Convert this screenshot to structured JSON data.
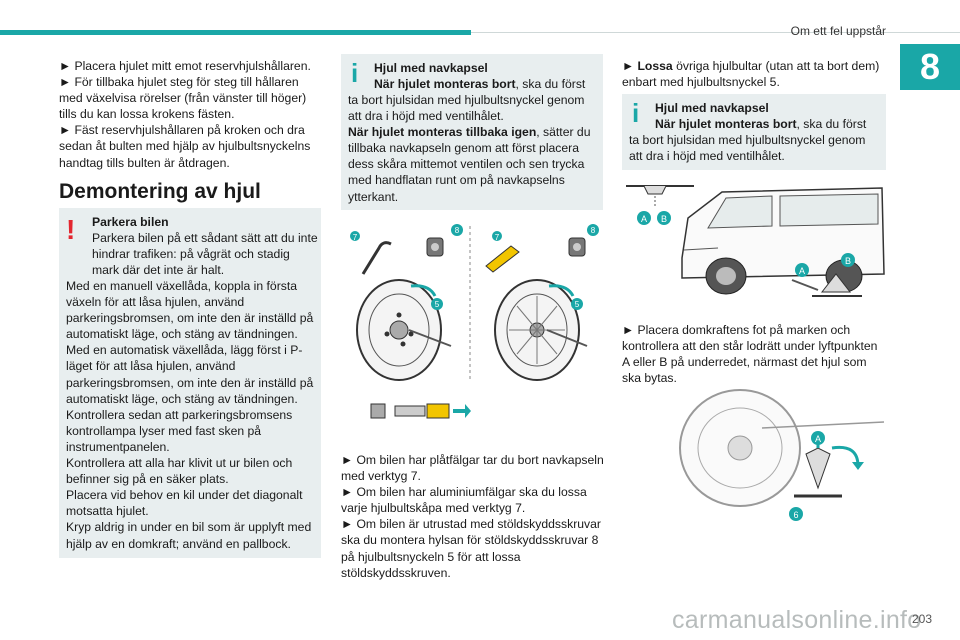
{
  "header": {
    "title": "Om ett fel uppstår",
    "chapter": "8"
  },
  "col1": {
    "intro": [
      "► Placera hjulet mitt emot reservhjulshållaren.",
      "► För tillbaka hjulet steg för steg till hållaren med växelvisa rörelser (från vänster till höger) tills du kan lossa krokens fästen.",
      "► Fäst reservhjulshållaren på kroken och dra sedan åt bulten med hjälp av hjulbultsnyckelns handtag tills bulten är åtdragen."
    ],
    "heading": "Demontering av hjul",
    "warning": {
      "title": "Parkera bilen",
      "lines": [
        "Parkera bilen på ett sådant sätt att du inte hindrar trafiken: på vågrät och stadig mark där det inte är halt.",
        "Med en manuell växellåda, koppla in första växeln för att låsa hjulen, använd parkeringsbromsen, om inte den är inställd på automatiskt läge, och stäng av tändningen.",
        "Med en automatisk växellåda, lägg först i P-läget för att låsa hjulen, använd parkeringsbromsen, om inte den är inställd på automatiskt läge, och stäng av tändningen.",
        "Kontrollera sedan att parkeringsbromsens kontrollampa lyser med fast sken på instrumentpanelen.",
        "Kontrollera att alla har klivit ut ur bilen och befinner sig på en säker plats.",
        "Placera vid behov en kil under det diagonalt motsatta hjulet.",
        "Kryp aldrig in under en bil som är upplyft med hjälp av en domkraft; använd en pallbock."
      ]
    }
  },
  "col2": {
    "info": {
      "title": "Hjul med navkapsel",
      "remove_bold": "När hjulet monteras bort",
      "remove_text": ", ska du först ta bort hjulsidan med hjulbultsnyckel genom att dra i höjd med ventilhålet.",
      "refit_bold": "När hjulet monteras tillbaka igen",
      "refit_text": ", sätter du tillbaka navkapseln genom att först placera dess skåra mittemot ventilen och sen trycka med handflatan runt om på navkapselns ytterkant."
    },
    "fig_labels": {
      "n7": "7",
      "n8": "8",
      "n5": "5"
    },
    "steps": [
      "► Om bilen har plåtfälgar tar du bort navkapseln med verktyg 7.",
      "► Om bilen har aluminiumfälgar ska du lossa varje hjulbultskåpa med verktyg 7.",
      "► Om bilen är utrustad med stöldskyddsskruvar ska du montera hylsan för stöldskyddsskruvar 8 på hjulbultsnyckeln 5 för att lossa stöldskyddsskruven."
    ]
  },
  "col3": {
    "loosen_bold": "► Lossa",
    "loosen_text": " övriga hjulbultar (utan att ta bort dem) enbart med hjulbultsnyckel 5.",
    "info": {
      "title": "Hjul med navkapsel",
      "bold": "När hjulet monteras bort",
      "text": ", ska du först ta bort hjulsidan med hjulbultsnyckel genom att dra i höjd med ventilhålet."
    },
    "fig_labels": {
      "a": "A",
      "b": "B",
      "n6": "6"
    },
    "jack_text": "► Placera domkraftens fot på marken och kontrollera att den står lodrätt under lyftpunkten A eller B på underredet, närmast det hjul som ska bytas."
  },
  "footer": {
    "page": "203",
    "watermark": "carmanualsonline.info"
  },
  "colors": {
    "accent": "#1aa7a7",
    "warning": "#e3262f",
    "box": "#e8eeef"
  }
}
